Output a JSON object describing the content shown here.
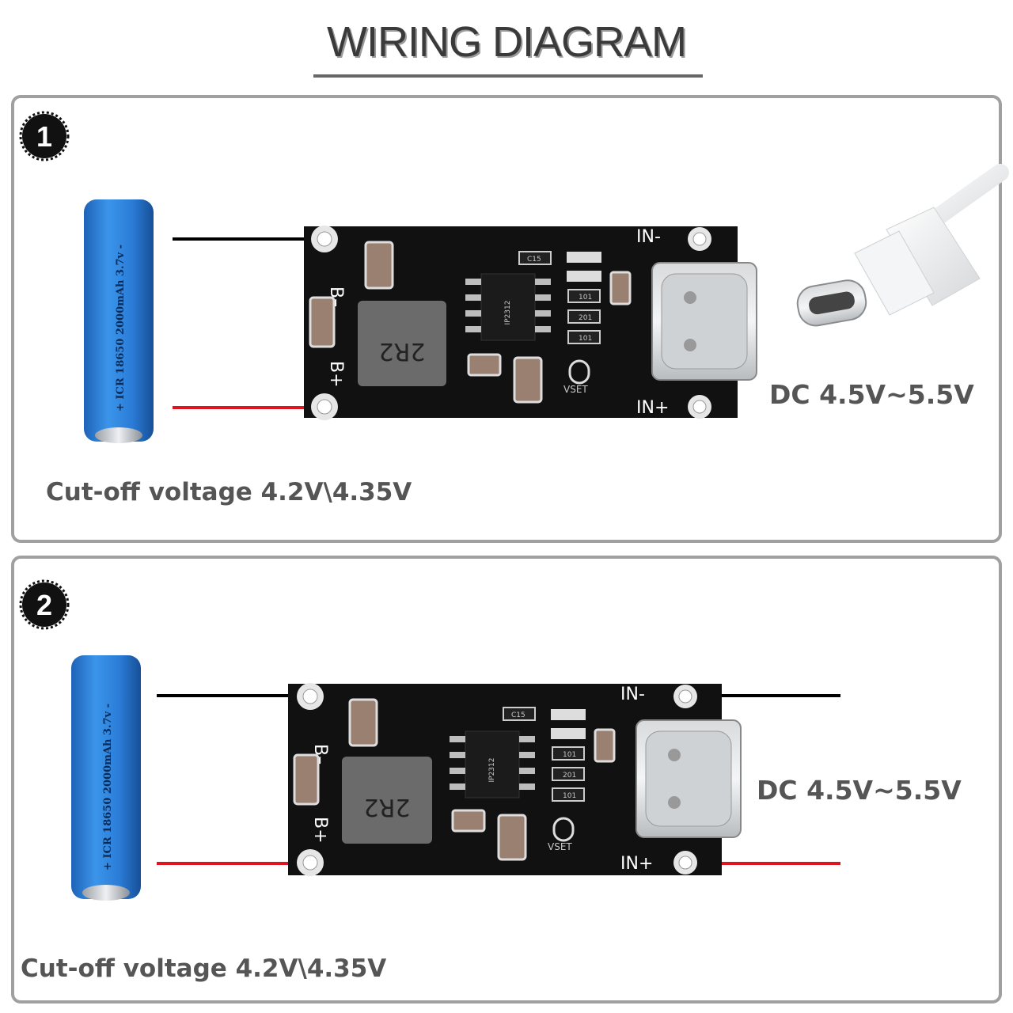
{
  "title": "WIRING DIAGRAM",
  "colors": {
    "wire_negative": "#000000",
    "wire_positive": "#e0141e",
    "battery": "#2a7bd6",
    "board": "#111111",
    "panel_border": "#a0a0a0"
  },
  "board_labels": {
    "b_minus": "B–",
    "b_plus": "B+",
    "in_minus": "IN-",
    "in_plus": "IN+",
    "vset": "VSET",
    "inductor": "2R2",
    "chip": "IP2312",
    "res1": "101",
    "res2": "201",
    "cap": "C15"
  },
  "battery_label": "+ ICR 18650 2000mAh 3.7v -",
  "panels": [
    {
      "step": "1",
      "dc_label": "DC 4.5V~5.5V",
      "cutoff_label": "Cut-off voltage 4.2V\\4.35V",
      "cable_icon": "usb-c-cable-icon"
    },
    {
      "step": "2",
      "dc_label": "DC 4.5V~5.5V",
      "cutoff_label": "Cut-off voltage 4.2V\\4.35V"
    }
  ]
}
